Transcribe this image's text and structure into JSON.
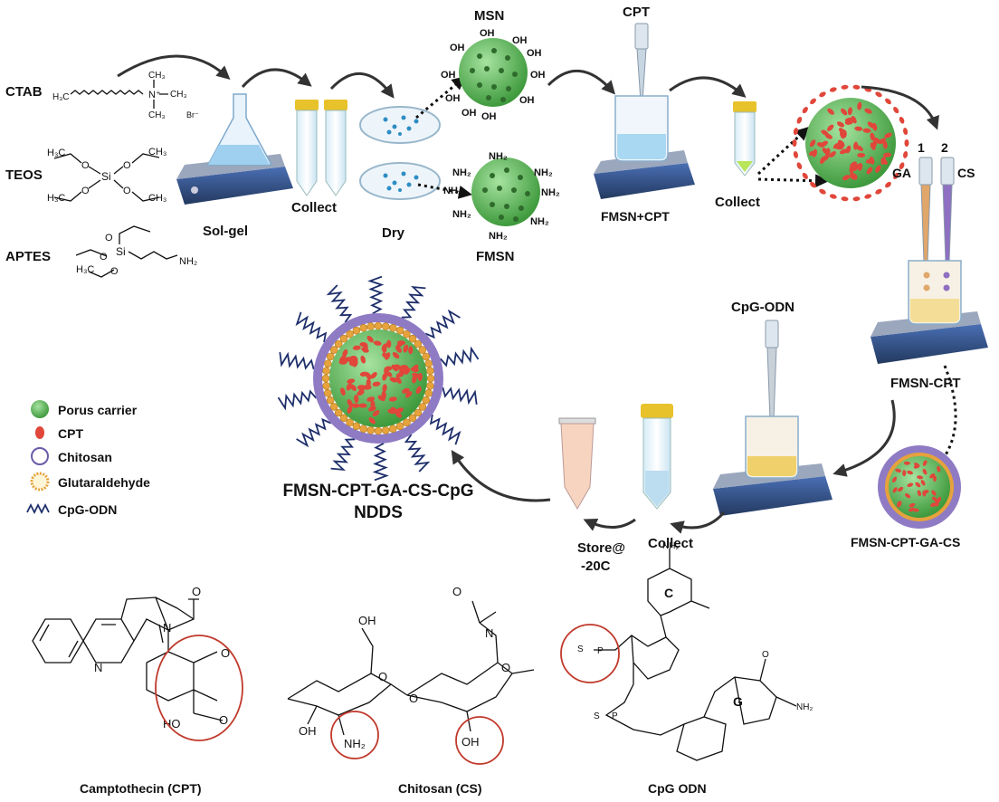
{
  "reagents": {
    "ctab": "CTAB",
    "teos": "TEOS",
    "aptes": "APTES"
  },
  "chem_text": {
    "ch3": "CH₃",
    "h3c": "H₃C",
    "br": "Br⁻",
    "n_plus": "N⁺",
    "si": "Si",
    "o": "O",
    "nh2": "NH₂",
    "oh": "OH",
    "c": "C",
    "g": "G",
    "n": "N",
    "s": "S",
    "p": "P",
    "ho": "HO"
  },
  "steps": {
    "sol_gel": "Sol-gel",
    "collect1": "Collect",
    "dry": "Dry",
    "msn": "MSN",
    "fmsn": "FMSN",
    "cpt": "CPT",
    "fmsn_cpt_mix": "FMSN+CPT",
    "collect2": "Collect",
    "num1": "1",
    "num2": "2",
    "ga": "GA",
    "cs": "CS",
    "fmsn_cpt": "FMSN-CPT",
    "fmsn_cpt_ga_cs": "FMSN-CPT-GA-CS",
    "cpg_odn_top": "CpG-ODN",
    "collect3": "Collect",
    "store_line1": "Store@",
    "store_line2": "-20C",
    "final_line1": "FMSN-CPT-GA-CS-CpG",
    "final_line2": "NDDS"
  },
  "legend": [
    {
      "label": "Porus carrier"
    },
    {
      "label": "CPT"
    },
    {
      "label": "Chitosan"
    },
    {
      "label": "Glutaraldehyde"
    },
    {
      "label": "CpG-ODN"
    }
  ],
  "structures": {
    "camptothecin": "Camptothecin (CPT)",
    "chitosan": "Chitosan (CS)",
    "cpg": "CpG ODN"
  },
  "colors": {
    "silica_green": "#5fb35a",
    "cpt_red": "#e0473a",
    "chitosan_purple": "#8f7bc4",
    "glutaraldehyde_orange": "#e6a23c",
    "highlight_circle": "#c0392b"
  }
}
